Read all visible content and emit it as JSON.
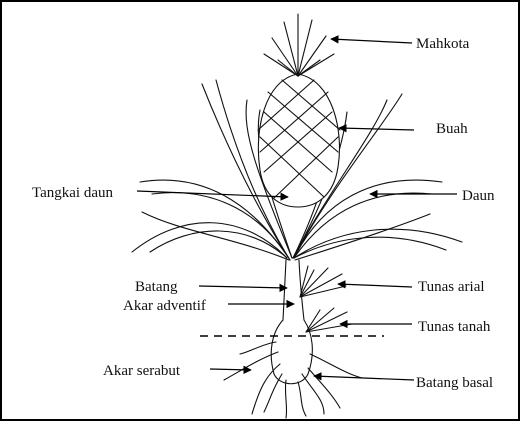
{
  "labels": {
    "mahkota": "Mahkota",
    "buah": "Buah",
    "daun": "Daun",
    "tangkai_daun": "Tangkai daun",
    "batang": "Batang",
    "akar_adventif": "Akar adventif",
    "tunas_arial": "Tunas arial",
    "tunas_tanah": "Tunas tanah",
    "akar_serabut": "Akar serabut",
    "batang_basal": "Batang basal"
  },
  "colors": {
    "ink": "#111111",
    "background": "#ffffff"
  }
}
